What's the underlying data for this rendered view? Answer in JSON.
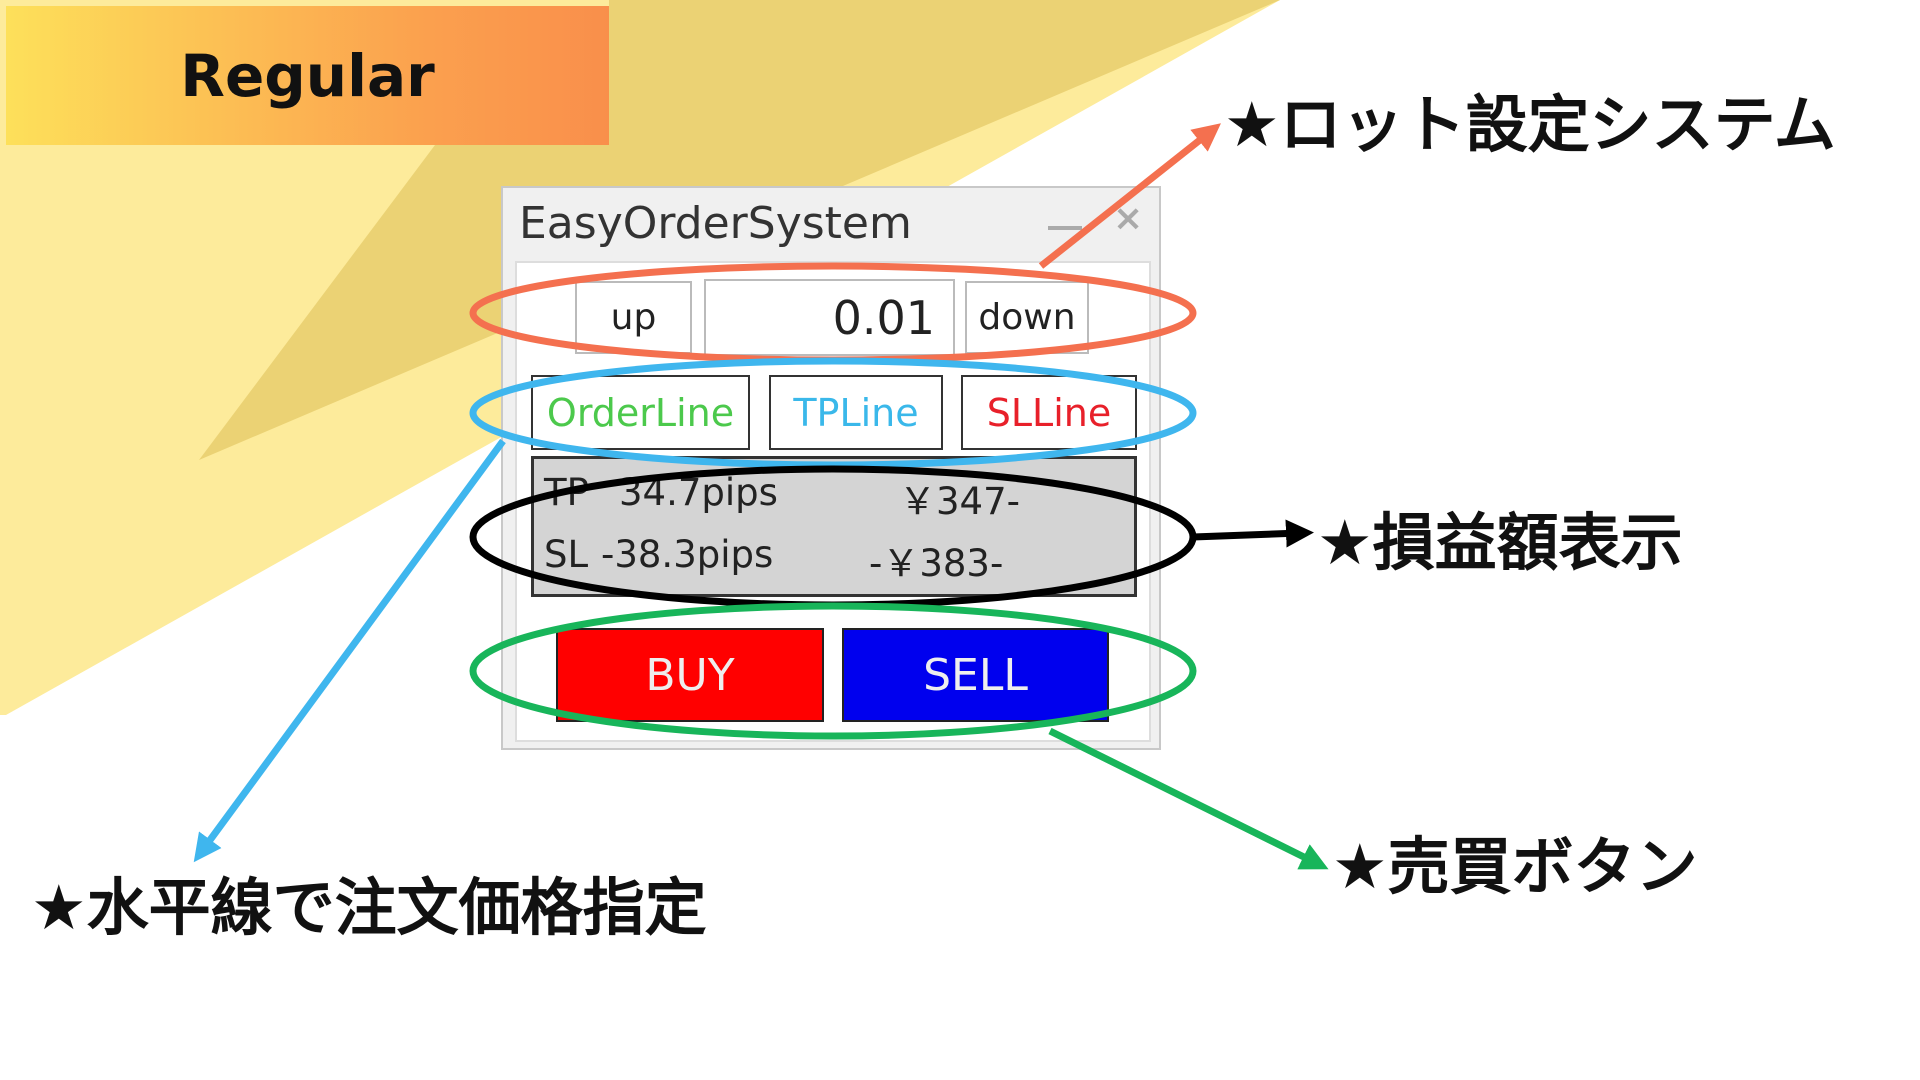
{
  "banner": {
    "label": "Regular"
  },
  "window": {
    "title": "EasyOrderSystem",
    "minimize_icon": "minimize-icon",
    "close_icon": "close-icon",
    "lot": {
      "up_label": "up",
      "value": "0.01",
      "down_label": "down"
    },
    "lines": [
      {
        "label": "OrderLine",
        "color": "#4cc94c"
      },
      {
        "label": "TPLine",
        "color": "#3ab8ea"
      },
      {
        "label": "SLLine",
        "color": "#e8202a"
      }
    ],
    "info": {
      "tp_label": "TP",
      "tp_pips": "34.7pips",
      "tp_amount": "￥347-",
      "sl_label": "SL",
      "sl_pips": "-38.3pips",
      "sl_amount": "-￥383-"
    },
    "buy_label": "BUY",
    "sell_label": "SELL",
    "buy_color": "#ff0000",
    "sell_color": "#0000ee"
  },
  "annotations": {
    "lot": "★ロット設定システム",
    "pnl": "★損益額表示",
    "trade": "★売買ボタン",
    "line": "★水平線で注文価格指定"
  },
  "colors": {
    "orange": "#f4704f",
    "blue": "#3fb6ee",
    "black": "#000000",
    "green": "#18b55a"
  }
}
